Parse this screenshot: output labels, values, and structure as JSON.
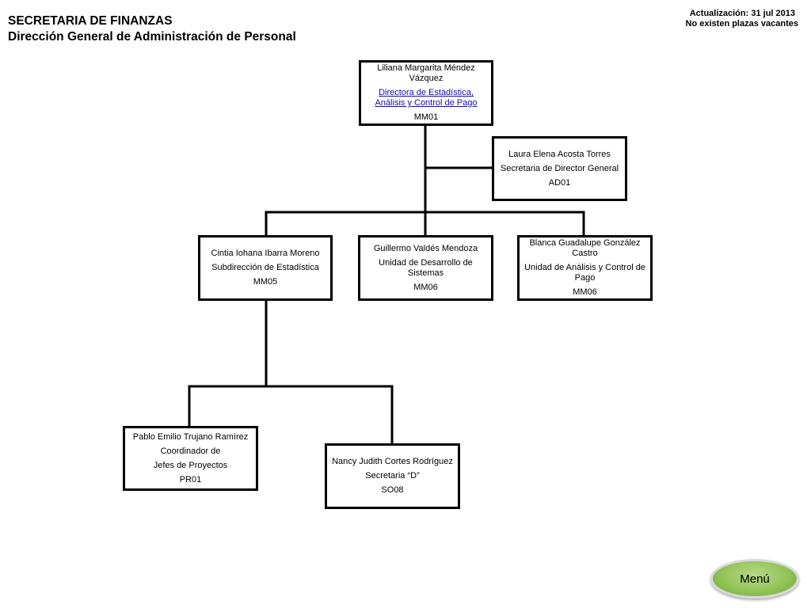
{
  "header": {
    "org": "SECRETARIA DE FINANZAS",
    "dept": "Dirección General de Administración de Personal"
  },
  "meta": {
    "updated": "Actualización: 31 jul 2013",
    "vacancies": "No existen plazas  vacantes"
  },
  "nodes": {
    "director": {
      "name": "Liliana Margarita Méndez Vázquez",
      "role": "Directora de Estadística, Análisis y Control de Pago",
      "code": "MM01"
    },
    "secretary_director": {
      "name": "Laura Elena Acosta Torres",
      "role": "Secretaria de Director General",
      "code": "AD01"
    },
    "statistics": {
      "name": "Cintia Iohana Ibarra Moreno",
      "role": "Subdirección de Estadística",
      "code": "MM05"
    },
    "systems": {
      "name": "Guillermo Valdés Mendoza",
      "role": "Unidad de Desarrollo de Sistemas",
      "code": "MM06"
    },
    "analysis": {
      "name": "Blanca Guadalupe González Castro",
      "role": "Unidad de Análisis y Control de Pago",
      "code": "MM06"
    },
    "coordinator": {
      "name": "Pablo Emilio Trujano Ramírez",
      "role_line1": "Coordinador de",
      "role_line2": "Jefes de Proyectos",
      "code": "PR01"
    },
    "secretary_d": {
      "name": "Nancy Judith Cortes Rodríguez",
      "role": "Secretaria “D”",
      "code": "SO08"
    }
  },
  "menu": {
    "label": "Menú"
  }
}
